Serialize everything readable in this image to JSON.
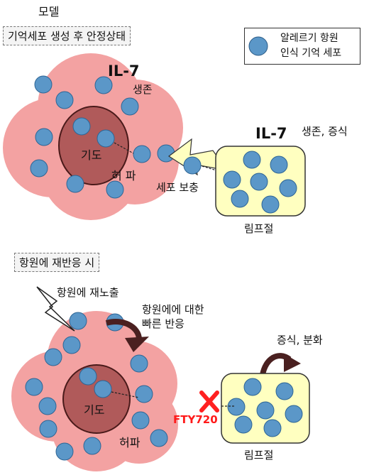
{
  "title": "모델",
  "section1": {
    "label": "기억세포 생성 후 안정상태",
    "il7_lung": "IL-7",
    "survival": "생존",
    "airway": "기도",
    "lung": "허 파",
    "il7_lymph": "IL-7",
    "survival_prolif": "생존, 증식",
    "replenish": "세포 보충",
    "lymph_node": "림프절"
  },
  "legend": {
    "line1": "알레르기 항원",
    "line2": "인식 기억 세포"
  },
  "section2": {
    "label": "항원에 재반응 시",
    "reexposure": "항원에 재노출",
    "rapid1": "항원에에 대한",
    "rapid2": "빠른 반응",
    "prolif_diff": "증식, 분화",
    "airway": "기도",
    "lung": "허파",
    "drug": "FTY720",
    "lymph_node": "림프절"
  },
  "colors": {
    "lung_fill": "#f3a2a2",
    "airway_fill": "#b05a5a",
    "cell_fill": "#5b97c8",
    "lymph_fill": "#ffffc0",
    "arrow_fill": "#ffffc0",
    "block_x": "#ff2020",
    "drug_text": "#ff1a1a",
    "curve_arrow": "#4a2020"
  }
}
